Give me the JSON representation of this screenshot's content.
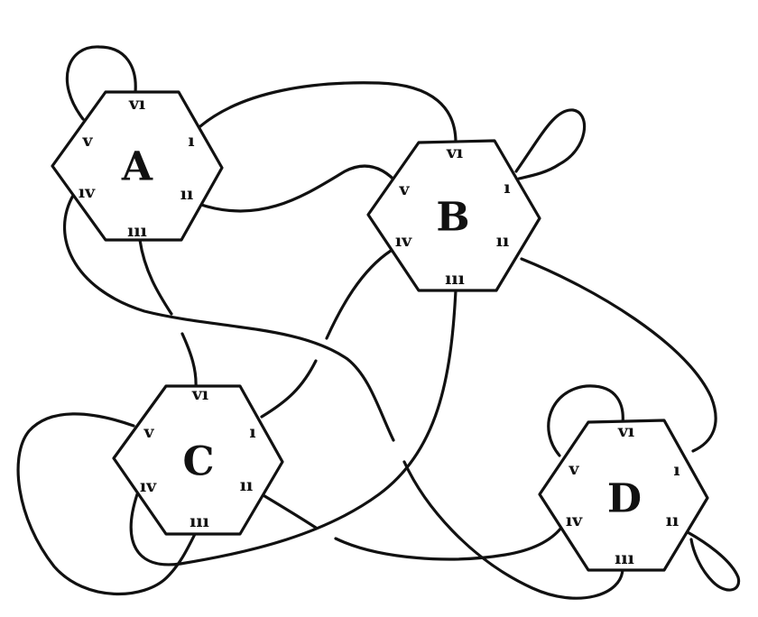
{
  "nodes": [
    {
      "id": "A",
      "label": "A",
      "ports": {
        "i": "ı",
        "ii": "ıı",
        "iii": "ııı",
        "iv": "ıv",
        "v": "v",
        "vi": "vı"
      }
    },
    {
      "id": "B",
      "label": "B",
      "ports": {
        "i": "ı",
        "ii": "ıı",
        "iii": "ııı",
        "iv": "ıv",
        "v": "v",
        "vi": "vı"
      }
    },
    {
      "id": "C",
      "label": "C",
      "ports": {
        "i": "ı",
        "ii": "ıı",
        "iii": "ııı",
        "iv": "ıv",
        "v": "v",
        "vi": "vı"
      }
    },
    {
      "id": "D",
      "label": "D",
      "ports": {
        "i": "ı",
        "ii": "ıı",
        "iii": "ııı",
        "iv": "ıv",
        "v": "v",
        "vi": "vı"
      }
    }
  ],
  "colors": {
    "ink": "#111111",
    "background": "#ffffff"
  }
}
